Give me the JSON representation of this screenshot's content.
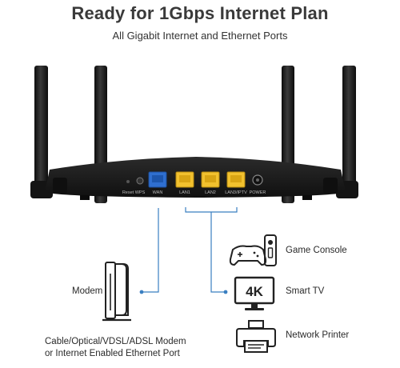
{
  "header": {
    "title": "Ready for 1Gbps Internet Plan",
    "subtitle": "All Gigabit Internet and Ethernet Ports"
  },
  "router": {
    "buttons": [
      {
        "label": "Reset"
      },
      {
        "label": "WPS"
      }
    ],
    "ports": [
      {
        "label": "WAN",
        "color": "#2f6fd0"
      },
      {
        "label": "LAN1",
        "color": "#f2c12e"
      },
      {
        "label": "LAN2",
        "color": "#f2c12e"
      },
      {
        "label": "LAN3/IPTV",
        "color": "#f2c12e"
      }
    ],
    "power_label": "POWER"
  },
  "devices": {
    "modem": {
      "label": "Modem",
      "icon": "modem-icon"
    },
    "modem_caption": {
      "line1": "Cable/Optical/VDSL/ADSL Modem",
      "line2": "or Internet Enabled Ethernet Port"
    },
    "game_console": {
      "label": "Game Console",
      "icon": "game-console-icon"
    },
    "smart_tv": {
      "label": "Smart TV",
      "icon": "smart-tv-icon",
      "badge": "4K"
    },
    "network_printer": {
      "label": "Network Printer",
      "icon": "printer-icon"
    }
  },
  "colors": {
    "connector_line": "#3a7fc1",
    "router_body": "#1b1b1b",
    "lan_port": "#f2c12e",
    "wan_port": "#2f6fd0"
  }
}
